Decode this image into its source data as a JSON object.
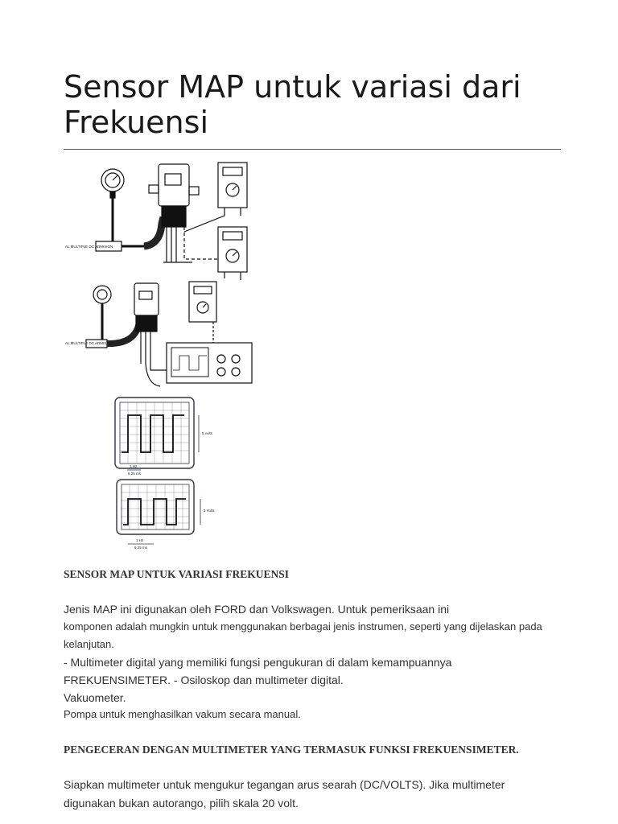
{
  "document": {
    "title_line_1": "Sensor MAP untuk variasi dari",
    "title_line_2": "Frekuensi",
    "figure": {
      "diagram_1_labels": [
        "AL MULTIPLE DC ADMISION"
      ],
      "diagram_2_labels": [
        "AL MULTIPLE DC ADMISION"
      ],
      "scope_1_labels": [
        "5 volts",
        "1 Hz",
        "6.25 ms"
      ],
      "scope_2_labels": [
        "5 Volts",
        "1 Hz",
        "6.25 ms"
      ]
    },
    "section_1_heading": "SENSOR MAP UNTUK VARIASI FREKUENSI",
    "paragraph_1_lines": [
      "Jenis MAP ini digunakan oleh FORD dan Volkswagen. Untuk pemeriksaan ini",
      "komponen adalah mungkin untuk menggunakan berbagai jenis instrumen, seperti yang dijelaskan pada",
      "kelanjutan.",
      "- Multimeter digital yang memiliki fungsi pengukuran di dalam kemampuannya",
      "FREKUENSIMETER. - Osiloskop dan multimeter digital.",
      "Vakuometer.",
      "Pompa untuk menghasilkan vakum secara manual."
    ],
    "section_2_heading": "PENGECERAN DENGAN MULTIMETER YANG TERMASUK FUNKSI FREKUENSIMETER.",
    "paragraph_2_lines": [
      "Siapkan multimeter untuk mengukur tegangan arus searah (DC/VOLTS). Jika multimeter",
      "digunakan bukan autorango, pilih skala 20 volt."
    ]
  }
}
